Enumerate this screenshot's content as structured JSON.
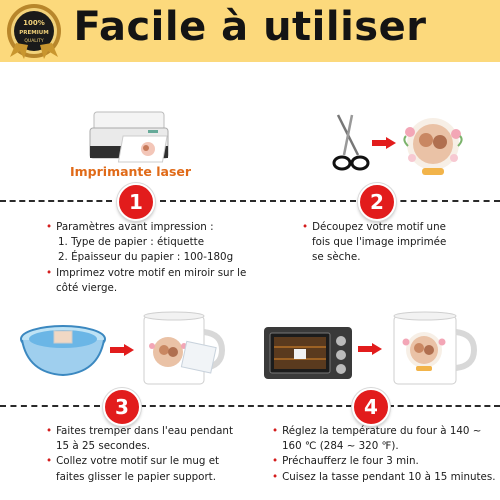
{
  "header": {
    "title": "Facile à utiliser",
    "badge_text_top": "100%",
    "badge_text_mid": "PREMIUM",
    "badge_text_bottom": "QUALITY"
  },
  "step1": {
    "number": "1",
    "printer_label": "Imprimante laser",
    "lines": [
      {
        "kind": "b",
        "text": "Paramètres avant impression :"
      },
      {
        "kind": "sub",
        "text": "1. Type de papier : étiquette"
      },
      {
        "kind": "sub",
        "text": "2. Épaisseur du papier : 100-180g"
      },
      {
        "kind": "b",
        "text": "Imprimez votre motif en miroir sur le"
      },
      {
        "kind": "cont",
        "text": "côté vierge."
      }
    ]
  },
  "step2": {
    "number": "2",
    "lines": [
      {
        "kind": "b",
        "text": "Découpez votre motif une"
      },
      {
        "kind": "cont",
        "text": "fois que l'image imprimée"
      },
      {
        "kind": "cont",
        "text": "se sèche."
      }
    ]
  },
  "step3": {
    "number": "3",
    "lines": [
      {
        "kind": "b",
        "text": "Faites tremper dans l'eau pendant"
      },
      {
        "kind": "cont",
        "text": "15 à 25 secondes."
      },
      {
        "kind": "b",
        "text": "Collez votre motif sur le mug et"
      },
      {
        "kind": "cont",
        "text": "faites glisser le papier support."
      }
    ]
  },
  "step4": {
    "number": "4",
    "lines": [
      {
        "kind": "b",
        "text": "Réglez la température du four à 140 ~"
      },
      {
        "kind": "cont",
        "text": "160 ℃ (284 ~ 320 ℉)."
      },
      {
        "kind": "b",
        "text": "Préchaufferz le four 3 min."
      },
      {
        "kind": "b",
        "text": "Cuisez la tasse pendant 10 à 15 minutes."
      }
    ]
  },
  "colors": {
    "header_bg": "#fcd97c",
    "step_red": "#e21c1c",
    "laser_orange": "#e06a18"
  }
}
